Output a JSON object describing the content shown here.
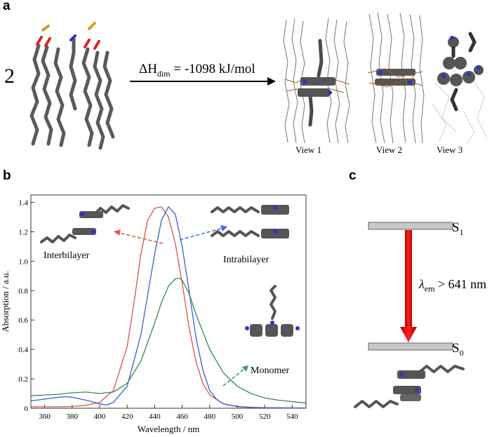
{
  "panel_a": {
    "letter": "a",
    "multiplier": "2",
    "dh_symbol": "ΔH",
    "dh_subscript": "dim",
    "dh_value": " = -1098 kJ/mol",
    "views": [
      "View 1",
      "View 2",
      "View 3"
    ]
  },
  "panel_b": {
    "letter": "b",
    "annotations": {
      "interbilayer": "Interbilayer",
      "intrabilayer": "Intrabilayer",
      "monomer": "Monomer"
    }
  },
  "panel_c": {
    "letter": "c",
    "s1_base": "S",
    "s1_sub": "1",
    "s0_base": "S",
    "s0_sub": "0",
    "lambda": "λ",
    "lambda_sub": "em",
    "lambda_value": " > 641 nm"
  },
  "chart_data": {
    "type": "line",
    "xlabel": "Wavelength / nm",
    "ylabel": "Absorption / a.u.",
    "xlim": [
      350,
      550
    ],
    "ylim": [
      0,
      1.45
    ],
    "xticks": [
      360,
      380,
      400,
      420,
      440,
      460,
      480,
      500,
      520,
      540
    ],
    "yticks": [
      0,
      0.2,
      0.4,
      0.6,
      0.8,
      1.0,
      1.2,
      1.4
    ],
    "ytick_labels": [
      "0",
      "0.2",
      "0.4",
      "0.6",
      "0.8",
      "1.0",
      "1.2",
      "1.4"
    ],
    "grid": false,
    "series": [
      {
        "color": "#d9534f",
        "x": [
          350,
          360,
          370,
          380,
          390,
          400,
          410,
          420,
          425,
          430,
          435,
          440,
          445,
          450,
          455,
          460,
          465,
          470,
          475,
          480,
          490,
          500,
          510,
          520,
          550
        ],
        "y": [
          0.01,
          0.01,
          0.01,
          0.012,
          0.02,
          0.04,
          0.12,
          0.42,
          0.72,
          1.05,
          1.28,
          1.36,
          1.37,
          1.3,
          1.12,
          0.85,
          0.55,
          0.32,
          0.17,
          0.09,
          0.03,
          0.01,
          0.005,
          0.003,
          0.002
        ]
      },
      {
        "color": "#3a5fcd",
        "x": [
          350,
          360,
          370,
          375,
          380,
          390,
          400,
          405,
          410,
          420,
          430,
          440,
          445,
          450,
          455,
          460,
          465,
          470,
          475,
          480,
          485,
          490,
          500,
          510,
          520,
          550
        ],
        "y": [
          0.05,
          0.062,
          0.075,
          0.078,
          0.075,
          0.055,
          0.03,
          0.022,
          0.04,
          0.15,
          0.5,
          1.05,
          1.28,
          1.37,
          1.32,
          1.1,
          0.8,
          0.48,
          0.26,
          0.12,
          0.06,
          0.03,
          0.012,
          0.006,
          0.004,
          0.002
        ]
      },
      {
        "color": "#2e8b57",
        "x": [
          350,
          360,
          370,
          380,
          390,
          400,
          410,
          420,
          430,
          440,
          445,
          450,
          455,
          458,
          460,
          465,
          470,
          480,
          490,
          500,
          510,
          520,
          530,
          550
        ],
        "y": [
          0.085,
          0.09,
          0.095,
          0.105,
          0.11,
          0.1,
          0.11,
          0.17,
          0.32,
          0.58,
          0.72,
          0.83,
          0.88,
          0.885,
          0.87,
          0.78,
          0.64,
          0.4,
          0.24,
          0.15,
          0.1,
          0.07,
          0.055,
          0.035
        ]
      }
    ]
  }
}
